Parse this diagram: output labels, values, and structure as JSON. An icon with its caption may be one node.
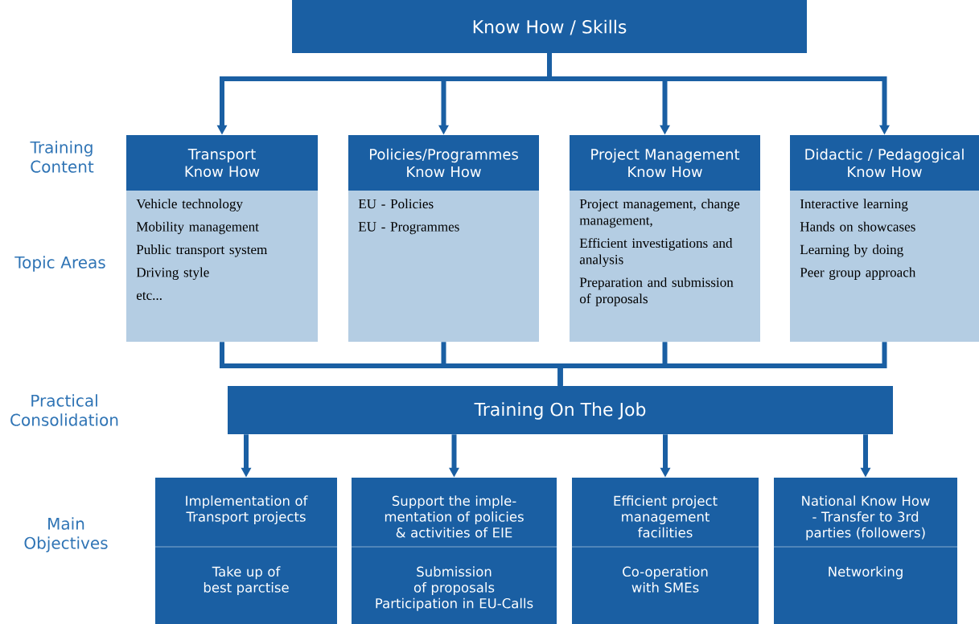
{
  "diagram": {
    "nodes": [
      {
        "text": [
          "Know How / Skills"
        ]
      },
      {
        "text": [
          "Transport Know How",
          "Vehicle technology",
          "Mobility management",
          "Public transport system",
          "Driving style",
          "etc..."
        ]
      },
      {
        "text": [
          "Policies/Programmes Know How",
          "EU - Policies",
          "EU - Programmes"
        ]
      },
      {
        "text": [
          "Project Management Know How",
          "Project management, change management,",
          "Efficient investigations and analysis",
          "Preparation and submission of proposals"
        ]
      },
      {
        "text": [
          "Didactic / Pedagogical Know How",
          "Interactive learning",
          "Hands on showcases",
          "Learning by doing",
          "Peer group approach"
        ]
      },
      {
        "text": [
          "Training On The Job"
        ]
      },
      {
        "text": [
          "Implementation of Transport projects",
          "Take up of best parctise"
        ]
      },
      {
        "text": [
          "Support the imple- mentation of policies & activities of EIE",
          "Submission of proposals Participation in EU-Calls"
        ]
      },
      {
        "text": [
          "Efficient project management facilities",
          "Co-operation with SMEs"
        ]
      },
      {
        "text": [
          "National Know How - Transfer to 3rd parties (followers)",
          "Networking"
        ]
      }
    ],
    "edges": [
      {
        "from": 0,
        "to": 1,
        "arrow": "to"
      },
      {
        "from": 0,
        "to": 2,
        "arrow": "to"
      },
      {
        "from": 0,
        "to": 3,
        "arrow": "to"
      },
      {
        "from": 0,
        "to": 4,
        "arrow": "to"
      },
      {
        "from": 1,
        "to": 5,
        "arrow": "none"
      },
      {
        "from": 2,
        "to": 5,
        "arrow": "none"
      },
      {
        "from": 3,
        "to": 5,
        "arrow": "none"
      },
      {
        "from": 4,
        "to": 5,
        "arrow": "none"
      },
      {
        "from": 5,
        "to": 6,
        "arrow": "to"
      },
      {
        "from": 5,
        "to": 7,
        "arrow": "to"
      },
      {
        "from": 5,
        "to": 8,
        "arrow": "to"
      },
      {
        "from": 5,
        "to": 9,
        "arrow": "to"
      }
    ],
    "labels": [
      "Training Content",
      "Topic Areas",
      "Practical Consolidation",
      "Main Objectives"
    ]
  }
}
